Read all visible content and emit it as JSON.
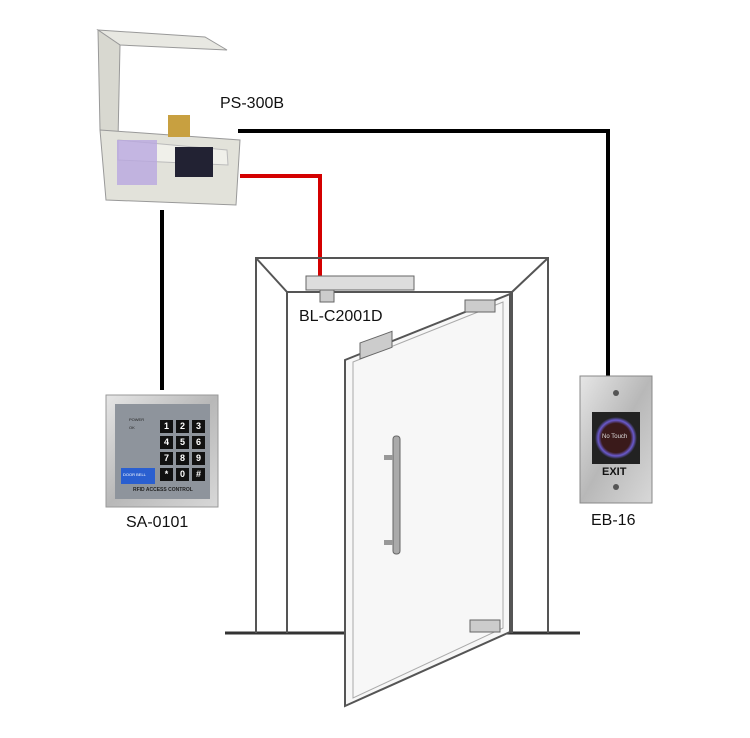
{
  "labels": {
    "power_supply": "PS-300B",
    "lock": "BL-C2001D",
    "keypad": "SA-0101",
    "exit_button": "EB-16"
  },
  "keypad": {
    "indicators": [
      "POWER",
      "OK"
    ],
    "keys": [
      "1",
      "2",
      "3",
      "4",
      "5",
      "6",
      "7",
      "8",
      "9",
      "*",
      "0",
      "#"
    ],
    "doorbell": "DOOR BELL",
    "footer": "RFID ACCESS CONTROL"
  },
  "exit_button": {
    "sensor_text": "No Touch",
    "caption": "EXIT"
  },
  "colors": {
    "wire_power": "#000000",
    "wire_lock": "#d40000",
    "frame": "#555555"
  }
}
